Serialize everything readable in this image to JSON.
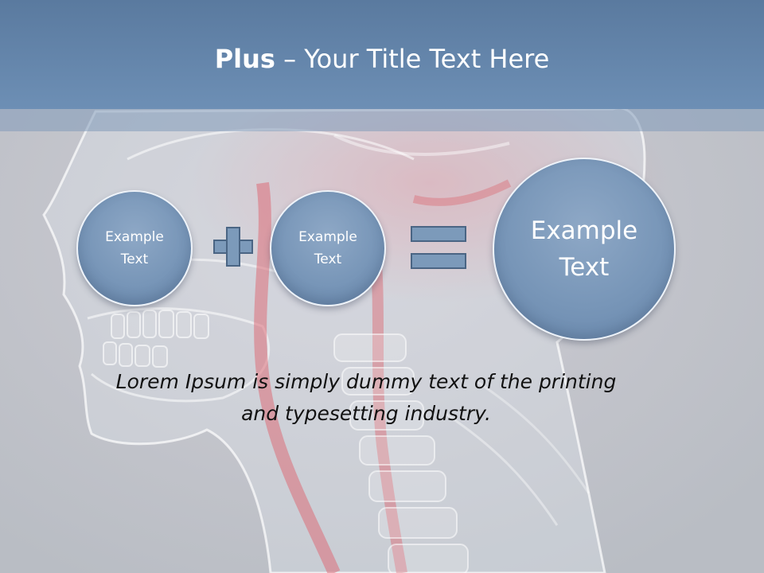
{
  "slide": {
    "title_bold": "Plus",
    "title_rest": " – Your Title Text Here",
    "caption": "Lorem Ipsum is simply dummy text of the printing\nand typesetting industry."
  },
  "diagram": {
    "circle_1": "Example\nText",
    "circle_2": "Example\nText",
    "circle_result": "Example\nText",
    "operator_1": "plus",
    "operator_2": "equals"
  },
  "colors": {
    "header": "#6487ad",
    "circle_fill": "#7896b8",
    "operator_fill": "#7c9aba",
    "operator_border": "#4a6584",
    "background": "#c3c6cc"
  },
  "background": {
    "image": "translucent x-ray head and neck anatomy"
  }
}
